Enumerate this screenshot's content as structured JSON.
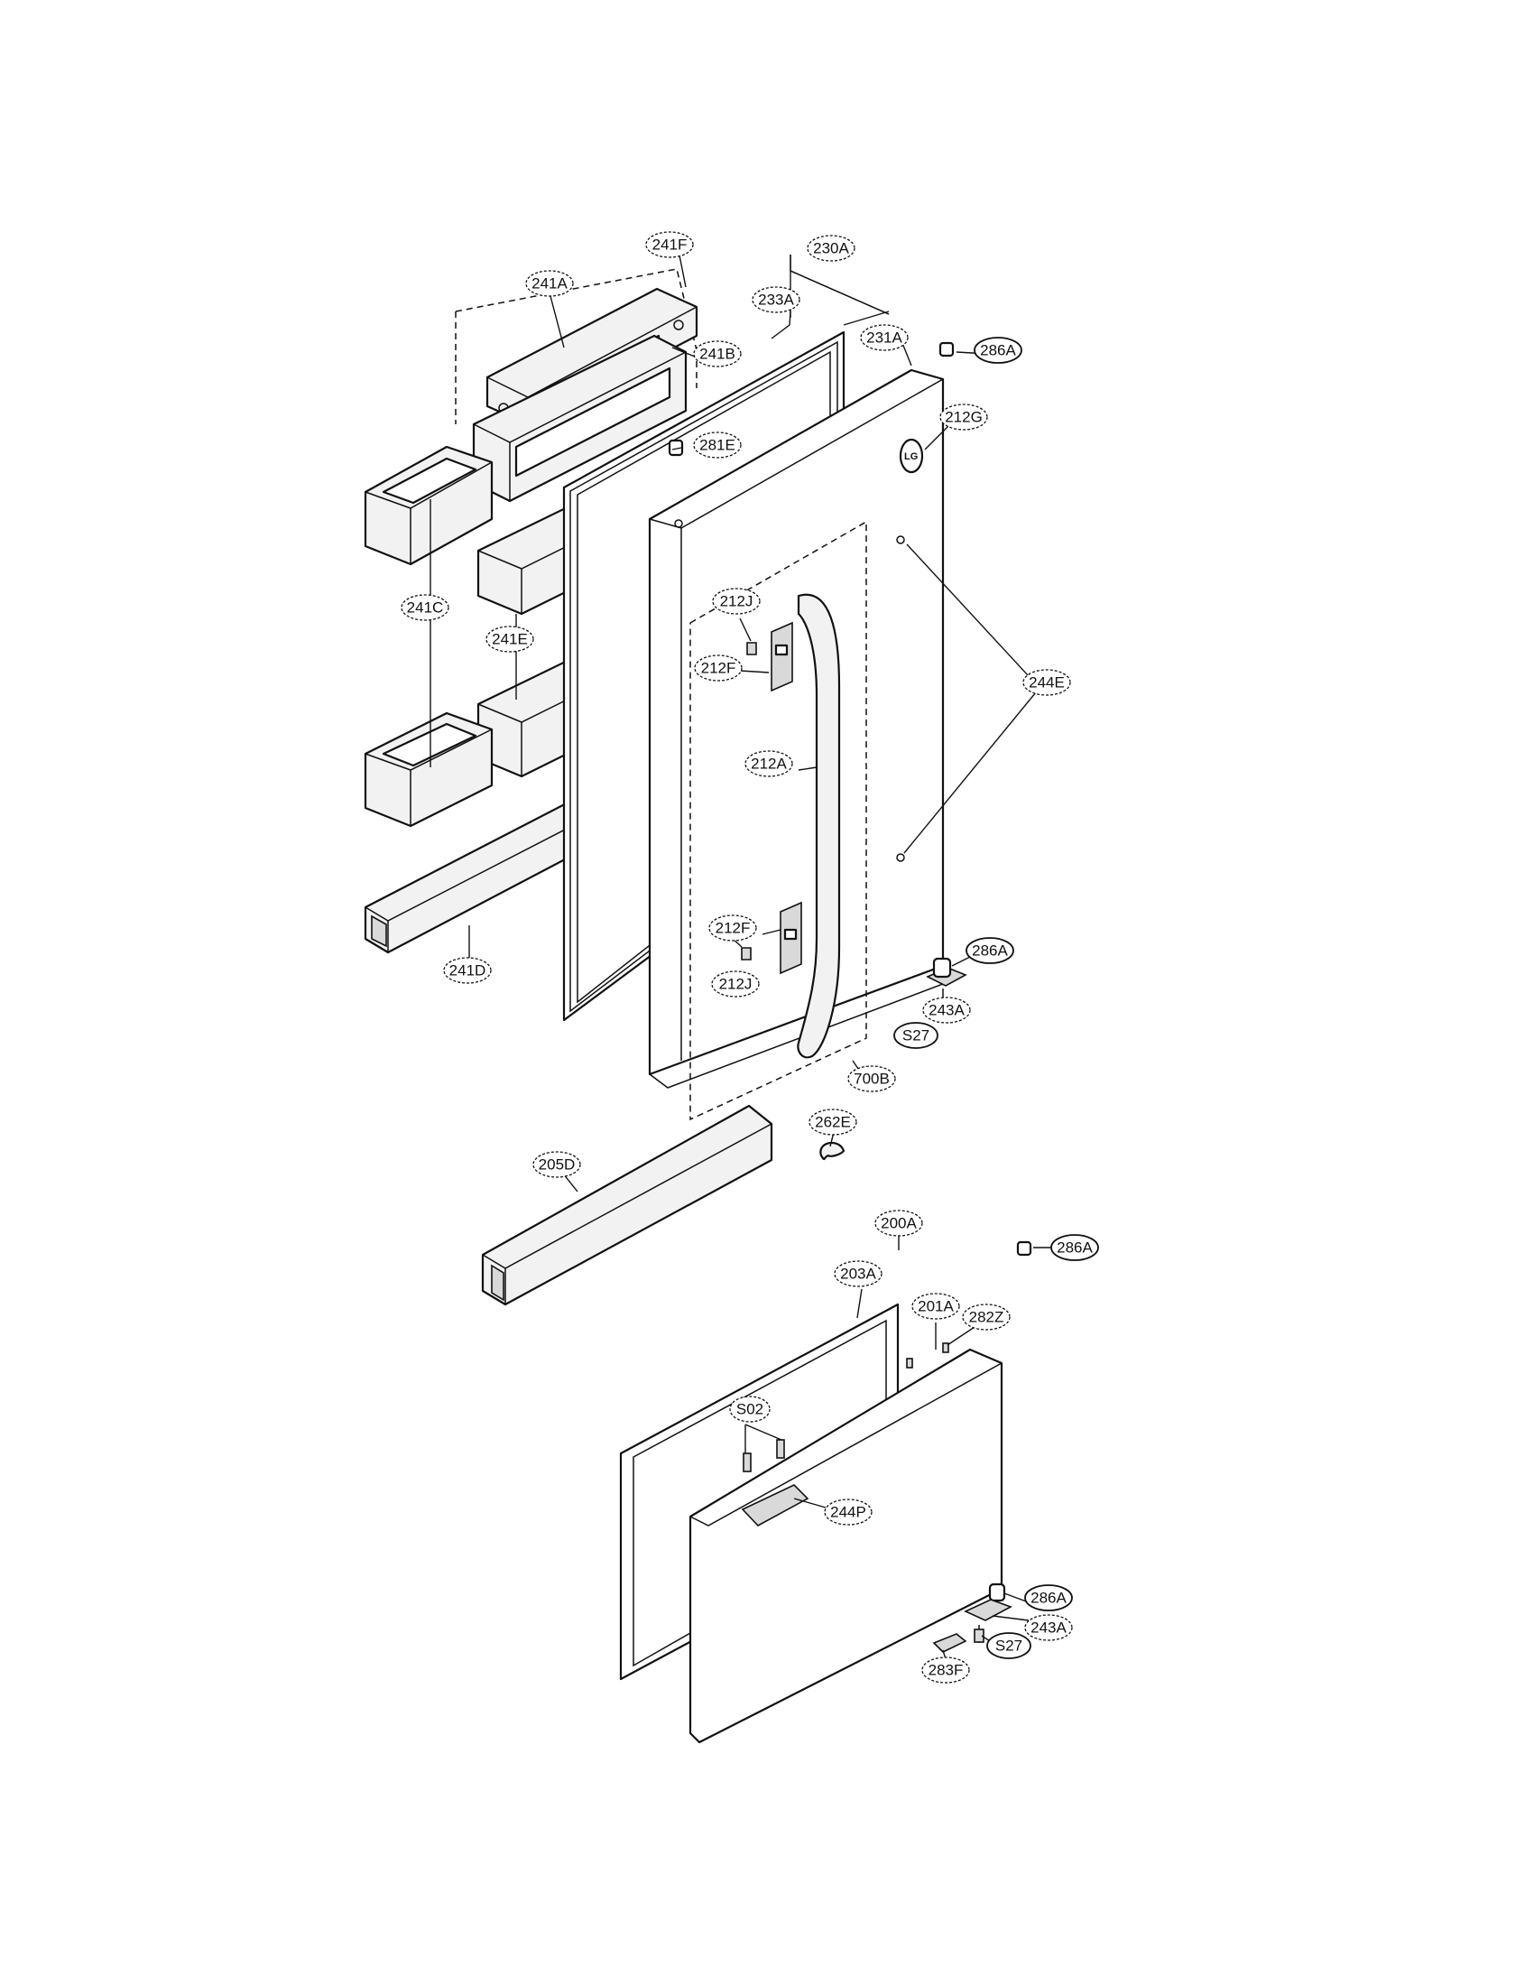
{
  "diagram": {
    "logo_text": "LG",
    "callouts": {
      "c241F": "241F",
      "c230A": "230A",
      "c241A": "241A",
      "c233A": "233A",
      "c231A": "231A",
      "c286A_1": "286A",
      "c241B": "241B",
      "c212G": "212G",
      "c281E": "281E",
      "c212J_1": "212J",
      "c241C": "241C",
      "c241E": "241E",
      "c212F_1": "212F",
      "c244E": "244E",
      "c212A": "212A",
      "c212F_2": "212F",
      "c286A_2": "286A",
      "c241D": "241D",
      "c212J_2": "212J",
      "c243A_1": "243A",
      "cS27_1": "S27",
      "c700B": "700B",
      "c262E": "262E",
      "c205D": "205D",
      "c200A": "200A",
      "c286A_3": "286A",
      "c203A": "203A",
      "c201A": "201A",
      "c282Z": "282Z",
      "cS02": "S02",
      "c244P": "244P",
      "c286A_4": "286A",
      "c243A_2": "243A",
      "cS27_2": "S27",
      "c283F": "283F"
    }
  }
}
